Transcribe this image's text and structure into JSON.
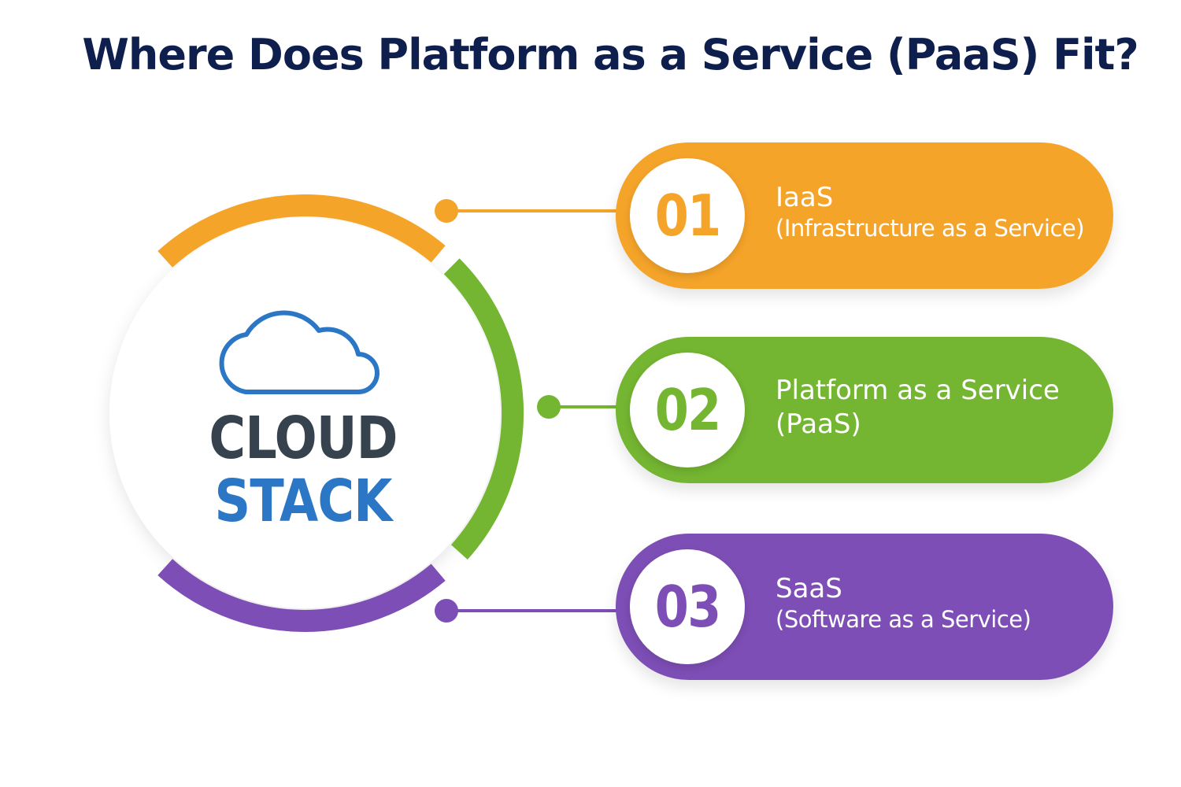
{
  "title": "Where Does Platform as a Service (PaaS) Fit?",
  "hub": {
    "icon": "cloud-icon",
    "line1": "CLOUD",
    "line2": "STACK"
  },
  "colors": {
    "orange": "#f5a42a",
    "green": "#74b532",
    "purple": "#7d4eb5",
    "title": "#0e1f4d",
    "hub_dark": "#36434f",
    "hub_blue": "#2b77c6"
  },
  "items": [
    {
      "number": "01",
      "line_a": "IaaS",
      "line_b": "(Infrastructure as a Service)"
    },
    {
      "number": "02",
      "line_a": "Platform as a Service",
      "line_b": "(PaaS)"
    },
    {
      "number": "03",
      "line_a": "SaaS",
      "line_b": "(Software as a Service)"
    }
  ]
}
